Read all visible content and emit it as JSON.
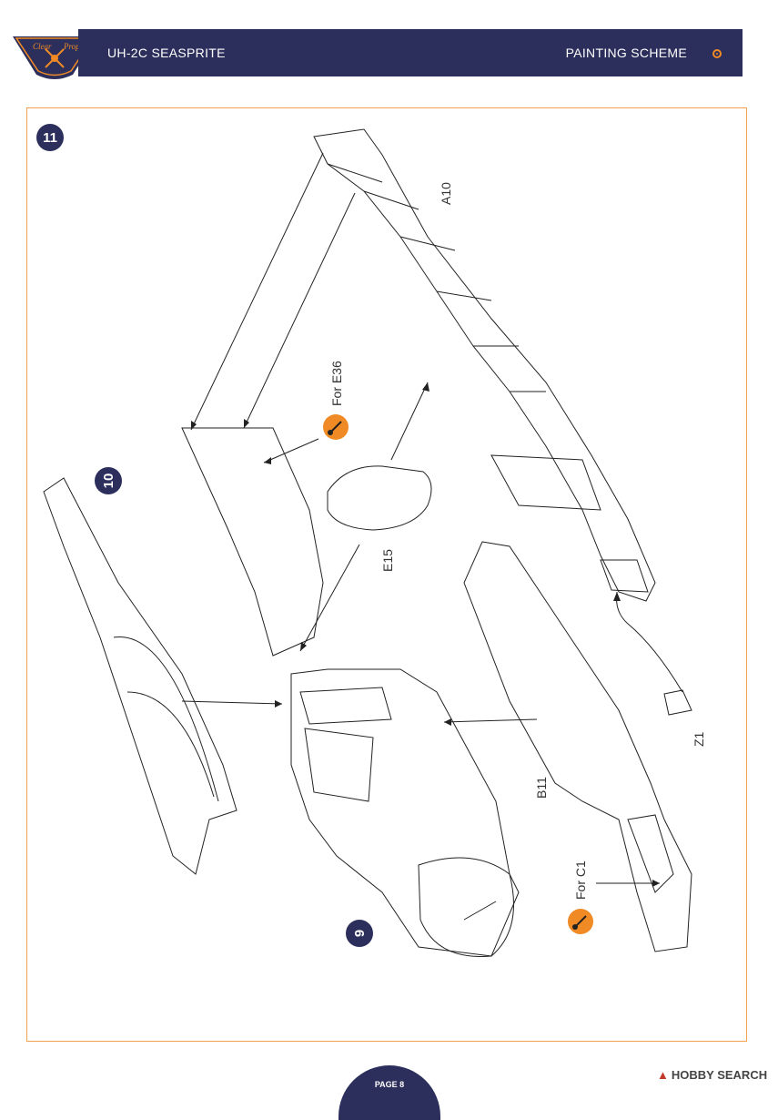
{
  "header": {
    "title": "UH-2C SEASPRITE",
    "section": "PAINTING SCHEME",
    "brand_color": "#2c2f5c",
    "accent_color": "#f08a24"
  },
  "steps": {
    "main": "11",
    "sub_a": "10",
    "sub_b": "9"
  },
  "parts": {
    "a10": "A10",
    "e15": "E15",
    "b11": "B11",
    "z1": "Z1"
  },
  "paint_notes": {
    "for_e36": "For E36",
    "for_c1": "For C1"
  },
  "footer": {
    "page": "PAGE 8",
    "watermark": "HOBBY SEARCH",
    "watermark_icon": "hobby-search-logo-icon"
  }
}
